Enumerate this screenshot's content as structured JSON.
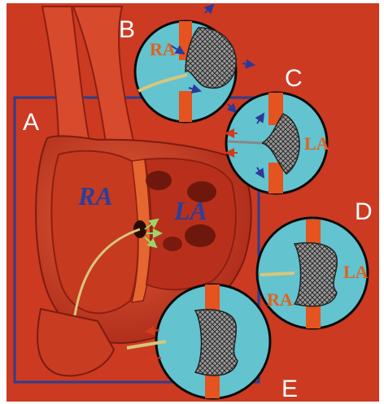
{
  "panels": [
    {
      "letter": "A"
    },
    {
      "letter": "B"
    },
    {
      "letter": "C"
    },
    {
      "letter": "D"
    },
    {
      "letter": "E"
    }
  ],
  "heart_labels": {
    "right_atrium": "RA",
    "left_atrium": "LA"
  },
  "circle_labels": {
    "b_right_atrium": "RA",
    "c_left_atrium": "LA",
    "d_left_atrium": "LA",
    "d_right_atrium": "RA"
  },
  "colors": {
    "background": "#cc3a22",
    "frame": "#2d3f8f",
    "tissue": "#d84a2c",
    "tissue_dark": "#8e1f12",
    "circle_fill": "#63c3cf",
    "septum": "#e5531f",
    "arrow_blue": "#2b3a9a",
    "arrow_green": "#9bd46a",
    "wire": "#d8c67a"
  }
}
